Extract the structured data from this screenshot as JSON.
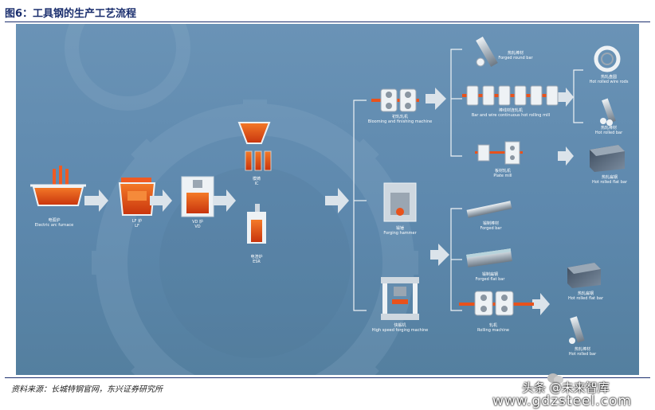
{
  "title": "图6：工具钢的生产工艺流程",
  "source": "资料来源：长城特钢官网，东兴证券研究所",
  "watermark": {
    "line1": "头条 @未来智库",
    "line2": "www.gdzsteel.com"
  },
  "colors": {
    "title": "#1b2f6e",
    "panel": "#6a93b6",
    "arrow": "#dbe3ea",
    "molten": "#e8521c",
    "steel": "#c9d2db"
  },
  "labels": {
    "eaf": {
      "zh": "电弧炉",
      "en": "Electric arc furnace"
    },
    "lf": {
      "zh": "LF 炉",
      "en": "LF"
    },
    "vd": {
      "zh": "VD 炉",
      "en": "VD"
    },
    "ic": {
      "zh": "模铸",
      "en": "IC"
    },
    "esr": {
      "zh": "电渣炉",
      "en": "ESR"
    },
    "bloom": {
      "zh": "初轧轧机",
      "en": "Blooming and finishing machine"
    },
    "hammer": {
      "zh": "锻锤",
      "en": "Forging hammer"
    },
    "hsf": {
      "zh": "快锻机",
      "en": "High speed forging machine"
    },
    "forged_round": {
      "zh": "热轧棒材",
      "en": "Forged round bar"
    },
    "wire_mill": {
      "zh": "棒线材连轧机",
      "en": "Bar and wire continuous hot rolling mill"
    },
    "plate_mill": {
      "zh": "板材轧机",
      "en": "Plate mill"
    },
    "wire_rods": {
      "zh": "热轧盘圆",
      "en": "Hot rolled wire rods"
    },
    "hr_bar1": {
      "zh": "热轧棒材",
      "en": "Hot rolled bar"
    },
    "hr_flat1": {
      "zh": "热轧扁钢",
      "en": "Hot rolled flat bar"
    },
    "forged_bar": {
      "zh": "锻制棒材",
      "en": "Forged bar"
    },
    "forged_flat": {
      "zh": "锻制扁钢",
      "en": "Forged flat bar"
    },
    "rolling": {
      "zh": "轧机",
      "en": "Rolling machine"
    },
    "hr_flat2": {
      "zh": "热轧扁钢",
      "en": "Hot rolled flat bar"
    },
    "hr_bar2": {
      "zh": "热轧棒材",
      "en": "Hot rolled bar"
    }
  }
}
